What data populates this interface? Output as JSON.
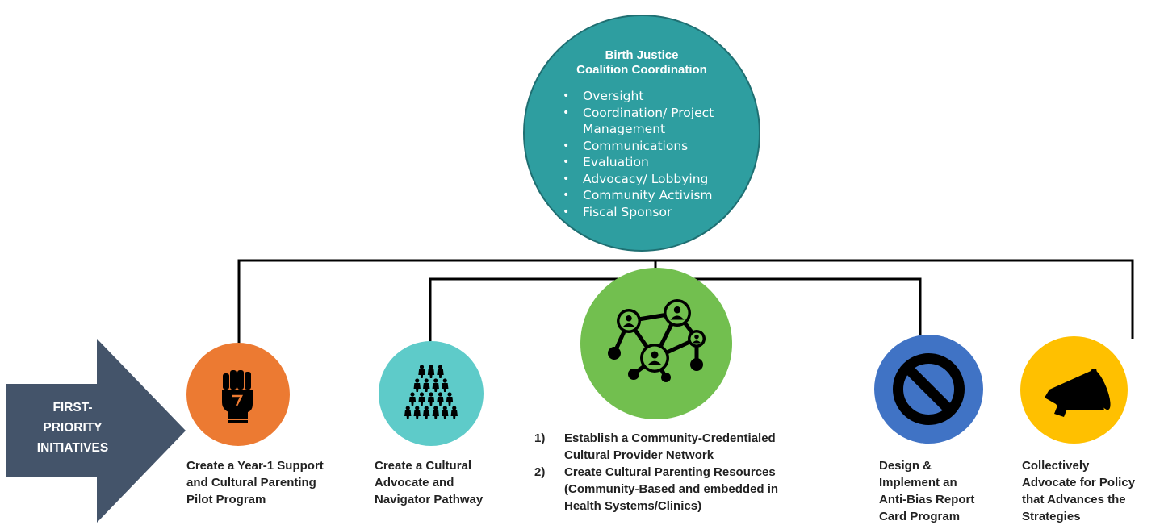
{
  "coordination": {
    "title_line1": "Birth Justice",
    "title_line2": "Coalition Coordination",
    "items": [
      "Oversight",
      "Coordination/ Project",
      "Management",
      "Communications",
      "Evaluation",
      "Advocacy/ Lobbying",
      "Community Activism",
      "Fiscal Sponsor"
    ],
    "bullet": "•"
  },
  "arrow": {
    "line1": "FIRST-",
    "line2": "PRIORITY",
    "line3": "INITIATIVES"
  },
  "initiatives": {
    "fist": {
      "icon": "raised-fist-icon",
      "line1": "Create a Year-1 Support",
      "line2": "and Cultural Parenting",
      "line3": "Pilot Program"
    },
    "people": {
      "icon": "people-pyramid-icon",
      "line1": "Create a Cultural",
      "line2": "Advocate and",
      "line3": "Navigator Pathway"
    },
    "network": {
      "icon": "people-network-icon",
      "items": [
        {
          "num": "1)",
          "line1": "Establish a Community-Credentialed",
          "line2": "Cultural Provider Network"
        },
        {
          "num": "2)",
          "line1": "Create Cultural Parenting Resources",
          "line2": "(Community-Based and embedded in",
          "line3": "Health Systems/Clinics)"
        }
      ]
    },
    "no": {
      "icon": "prohibition-icon",
      "line1": "Design &",
      "line2": "Implement an",
      "line3": "Anti-Bias Report",
      "line4": "Card Program"
    },
    "megaphone": {
      "icon": "megaphone-icon",
      "line1": "Collectively",
      "line2": "Advocate for Policy",
      "line3": "that Advances the",
      "line4": "Strategies"
    }
  },
  "colors": {
    "coordination": "#2e9ea0",
    "fist": "#ec7a32",
    "people": "#5ecbc9",
    "network": "#72bf4f",
    "no": "#4073c5",
    "megaphone": "#ffc000",
    "arrow": "#44546a"
  }
}
